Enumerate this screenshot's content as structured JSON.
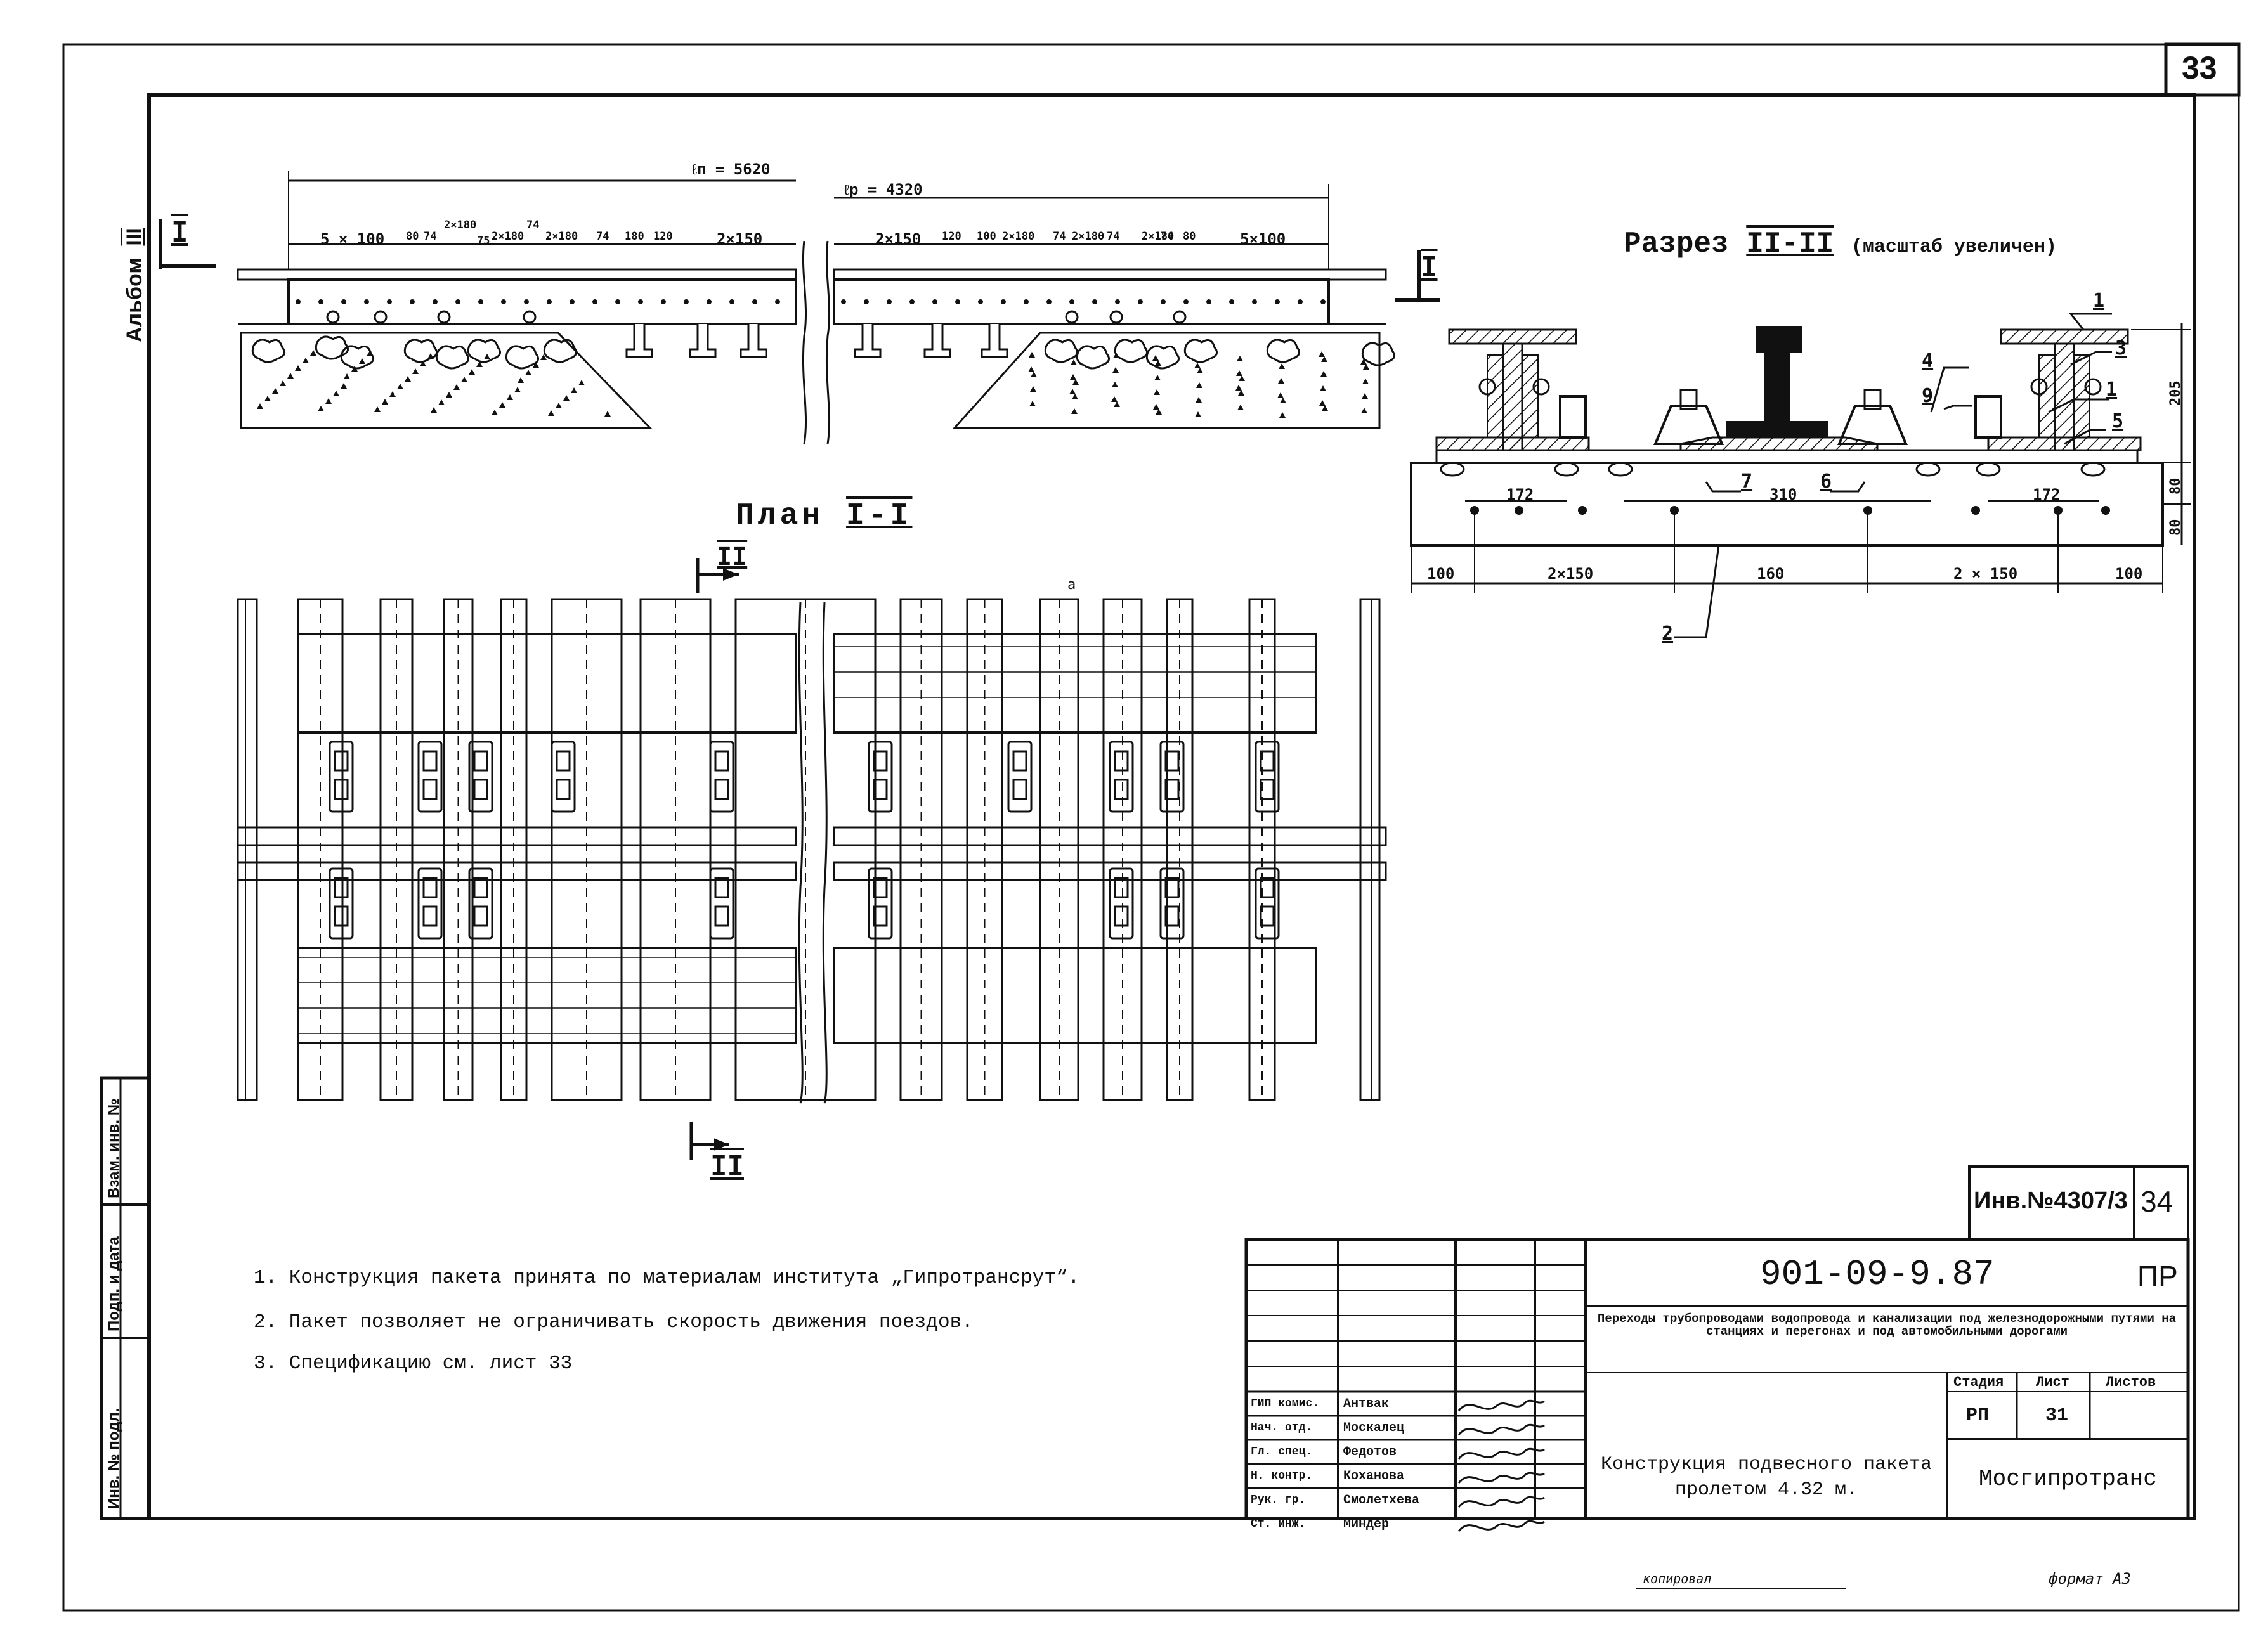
{
  "sheet_number": "33",
  "album_label": "Альбом",
  "album_number": "III",
  "elevation": {
    "dim_total_left": "ℓп = 5620",
    "dim_total_right": "ℓр = 4320",
    "dims_left": [
      "5 × 100",
      "80",
      "74",
      "2×180",
      "2×180",
      "74",
      "2×180",
      "74",
      "180",
      "120",
      "2×150"
    ],
    "dims_left_sub": [
      "75"
    ],
    "dims_right": [
      "2×150",
      "120",
      "100",
      "2×180",
      "74",
      "2×180",
      "74",
      "2×180",
      "74",
      "80",
      "5×100"
    ],
    "section_mark": "I"
  },
  "plan": {
    "title": "План",
    "title_mark": "I-I",
    "section_mark_top": "II",
    "section_mark_bottom": "II",
    "label_a": "а"
  },
  "section": {
    "title": "Разрез",
    "title_mark": "II-II",
    "note": "(масштаб увеличен)",
    "callouts": [
      "1",
      "3",
      "4",
      "9",
      "1",
      "5",
      "7",
      "6",
      "2"
    ],
    "dims_top": [
      "172",
      "310",
      "172"
    ],
    "dims_bottom": [
      "100",
      "2×150",
      "160",
      "2 × 150",
      "100"
    ],
    "dims_right": [
      "205",
      "80",
      "80"
    ]
  },
  "notes": [
    "1. Конструкция пакета принята по материалам института „Гипротрансрут“.",
    "2. Пакет позволяет не ограничивать скорость движения поездов.",
    "3. Спецификацию см. лист 33"
  ],
  "stamp": {
    "inv_label": "Инв.№",
    "inv_number": "4307/3",
    "page_in_album": "34",
    "code": "901-09-9.87",
    "code_suffix": "ПР",
    "project_title": "Переходы трубопроводами водопровода и канализации под железнодорожными путями на станциях и перегонах и под автомобильными дорогами",
    "stage_header": "Стадия",
    "sheet_header": "Лист",
    "sheets_header": "Листов",
    "stage": "РП",
    "sheet": "31",
    "drawing_title": "Конструкция подвесного пакета пролетом 4.32 м.",
    "organization": "Мосгипротранс",
    "signatures": [
      {
        "role": "ГИП комис.",
        "name": "Антвак"
      },
      {
        "role": "Нач. отд.",
        "name": "Москалец"
      },
      {
        "role": "Гл. спец.",
        "name": "Федотов"
      },
      {
        "role": "Н. контр.",
        "name": "Коханова"
      },
      {
        "role": "Рук. гр.",
        "name": "Смолетхева"
      },
      {
        "role": "Ст. инж.",
        "name": "Миндер"
      }
    ]
  },
  "left_strip": [
    "Взам. инв. №",
    "Подп. и дата",
    "Инв. № подл."
  ],
  "footer_copied": "копировал",
  "footer_format": "формат А3"
}
